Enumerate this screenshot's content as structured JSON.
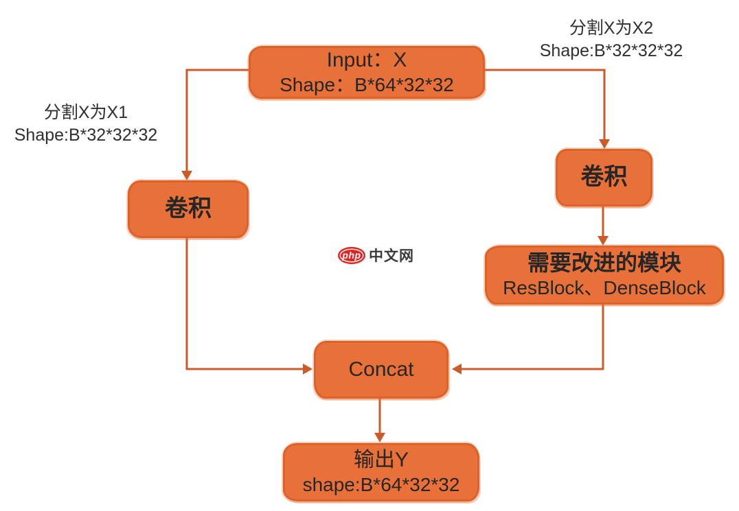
{
  "page": {
    "background": "#ffffff"
  },
  "colors": {
    "box_fill": "#e8713a",
    "box_border": "#dd6228",
    "arrow": "#cd5a28",
    "node_text": "#262626",
    "label_text": "#2f2f2f",
    "watermark_red": "#e32424",
    "watermark_text": "#3a3a3a"
  },
  "nodes": {
    "input": {
      "line1": "Input：X",
      "line2": "Shape：B*64*32*32"
    },
    "conv_left": {
      "label": "卷积"
    },
    "conv_right": {
      "label": "卷积"
    },
    "module": {
      "line1": "需要改进的模块",
      "line2": "ResBlock、DenseBlock"
    },
    "concat": {
      "label": "Concat"
    },
    "output": {
      "line1": "输出Y",
      "line2": "shape:B*64*32*32"
    }
  },
  "annotations": {
    "split_x1": {
      "line1": "分割X为X1",
      "line2": "Shape:B*32*32*32"
    },
    "split_x2": {
      "line1": "分割X为X2",
      "line2": "Shape:B*32*32*32"
    }
  },
  "watermark": {
    "logo": "php",
    "text": "中文网"
  }
}
